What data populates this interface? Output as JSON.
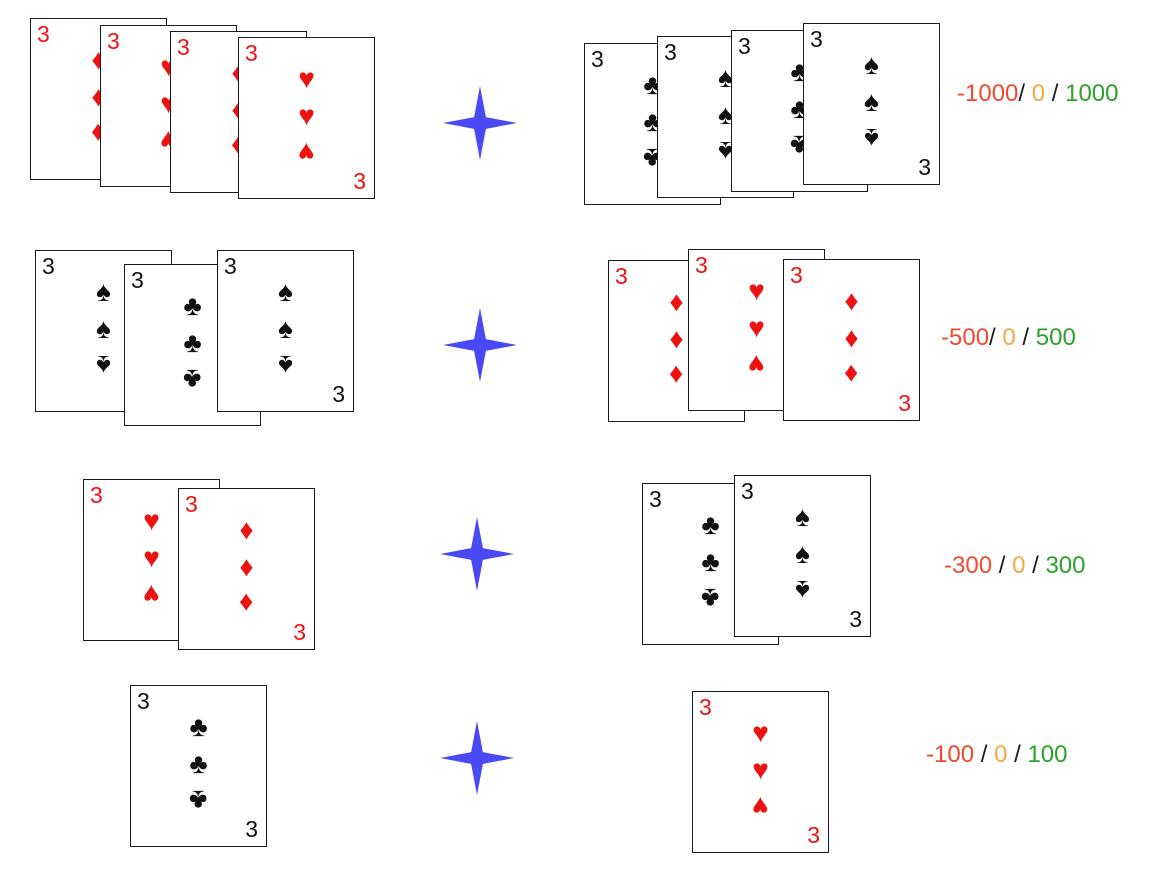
{
  "colors": {
    "red_suit": "#ee1111",
    "black_suit": "#111111",
    "star": "#4a4af4",
    "negative": "#f04a32",
    "zero": "#f3a842",
    "positive": "#2aa12a"
  },
  "rows": [
    {
      "left": [
        {
          "rank": "3",
          "suit": "diamond"
        },
        {
          "rank": "3",
          "suit": "heart"
        },
        {
          "rank": "3",
          "suit": "diamond"
        },
        {
          "rank": "3",
          "suit": "heart"
        }
      ],
      "right": [
        {
          "rank": "3",
          "suit": "club"
        },
        {
          "rank": "3",
          "suit": "spade"
        },
        {
          "rank": "3",
          "suit": "club"
        },
        {
          "rank": "3",
          "suit": "spade"
        }
      ],
      "score": {
        "neg": "-1000",
        "zero": "0",
        "pos": "1000",
        "sep": "/"
      }
    },
    {
      "left": [
        {
          "rank": "3",
          "suit": "spade"
        },
        {
          "rank": "3",
          "suit": "club"
        },
        {
          "rank": "3",
          "suit": "spade"
        }
      ],
      "right": [
        {
          "rank": "3",
          "suit": "diamond"
        },
        {
          "rank": "3",
          "suit": "heart"
        },
        {
          "rank": "3",
          "suit": "diamond"
        }
      ],
      "score": {
        "neg": "-500",
        "zero": "0",
        "pos": "500",
        "sep": "/"
      }
    },
    {
      "left": [
        {
          "rank": "3",
          "suit": "heart"
        },
        {
          "rank": "3",
          "suit": "diamond"
        }
      ],
      "right": [
        {
          "rank": "3",
          "suit": "club"
        },
        {
          "rank": "3",
          "suit": "spade"
        }
      ],
      "score": {
        "neg": "-300",
        "zero": "0",
        "pos": "300",
        "sep": "/"
      }
    },
    {
      "left": [
        {
          "rank": "3",
          "suit": "club"
        }
      ],
      "right": [
        {
          "rank": "3",
          "suit": "heart"
        }
      ],
      "score": {
        "neg": "-100",
        "zero": "0",
        "pos": "100",
        "sep": "/"
      }
    }
  ]
}
